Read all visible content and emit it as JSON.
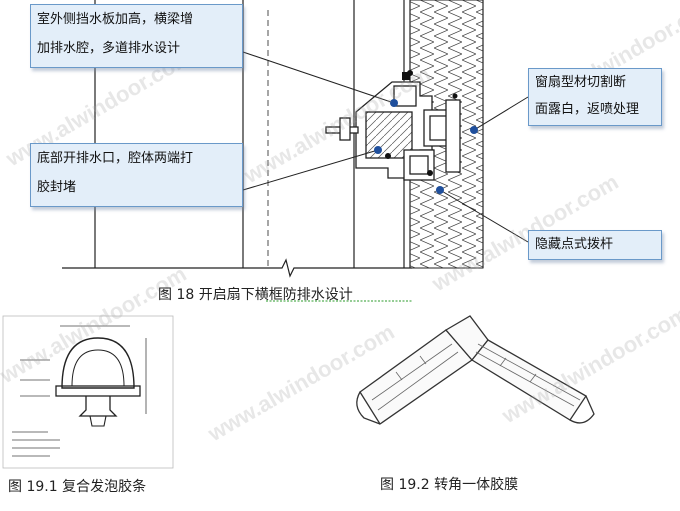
{
  "callouts": {
    "top_left": [
      "室外侧挡水板加高，横梁增",
      "加排水腔，多道排水设计"
    ],
    "bottom_left": [
      "底部开排水口，腔体两端打",
      "胶封堵"
    ],
    "right_top": [
      "窗扇型材切割断",
      "面露白，返喷处理"
    ],
    "right_bottom": "隐藏点式拨杆"
  },
  "captions": {
    "fig18": "图 18 开启扇下横框防排水设计",
    "fig19_1": "图 19.1 复合发泡胶条",
    "fig19_2": "图 19.2 转角一体胶膜"
  },
  "watermark": "www.alwindoor.com",
  "colors": {
    "callout_bg": "#e3eef9",
    "callout_border": "#6a99c9",
    "line": "#222222",
    "mesh": "#999999"
  }
}
